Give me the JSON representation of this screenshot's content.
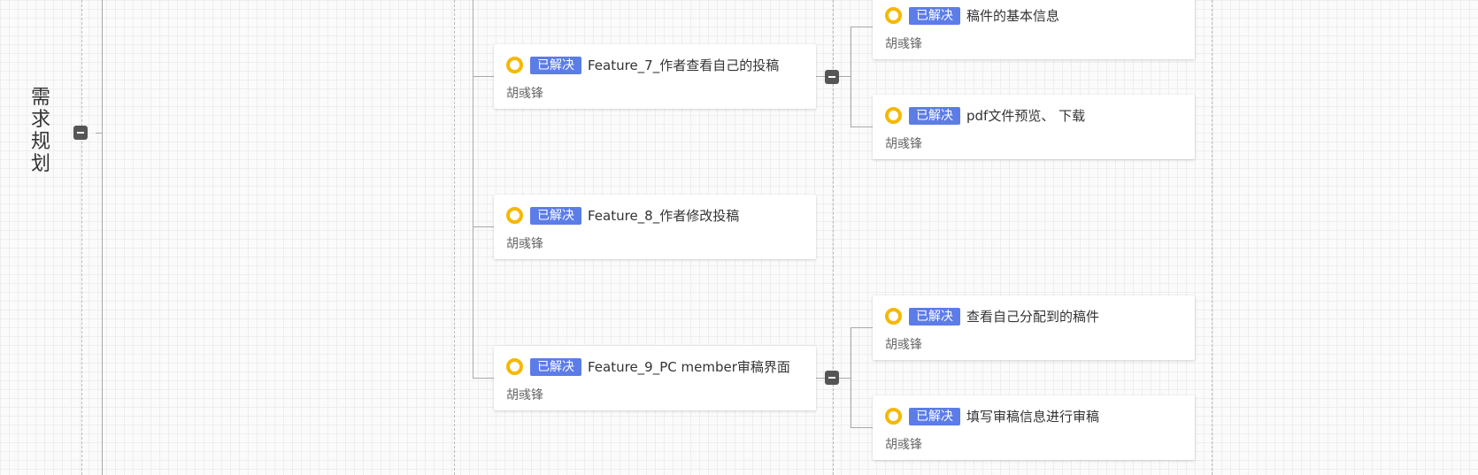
{
  "stage": {
    "title": "需求规划"
  },
  "cards": [
    {
      "status": "已解决",
      "title": "Feature_7_作者查看自己的投稿",
      "owner": "胡彧锋"
    },
    {
      "status": "已解决",
      "title": "Feature_8_作者修改投稿",
      "owner": "胡彧锋"
    },
    {
      "status": "已解决",
      "title": "Feature_9_PC member审稿界面",
      "owner": "胡彧锋"
    },
    {
      "status": "已解决",
      "title": "稿件的基本信息",
      "owner": "胡彧锋"
    },
    {
      "status": "已解决",
      "title": "pdf文件预览、 下载",
      "owner": "胡彧锋"
    },
    {
      "status": "已解决",
      "title": "查看自己分配到的稿件",
      "owner": "胡彧锋"
    },
    {
      "status": "已解决",
      "title": "填写审稿信息进行审稿",
      "owner": "胡彧锋"
    }
  ],
  "colors": {
    "status_badge": "#5c7ce8",
    "status_ring": "#f5b800",
    "toggle": "#555555"
  },
  "icons": {
    "status": "status-ring-icon",
    "collapse": "collapse-minus-icon"
  }
}
